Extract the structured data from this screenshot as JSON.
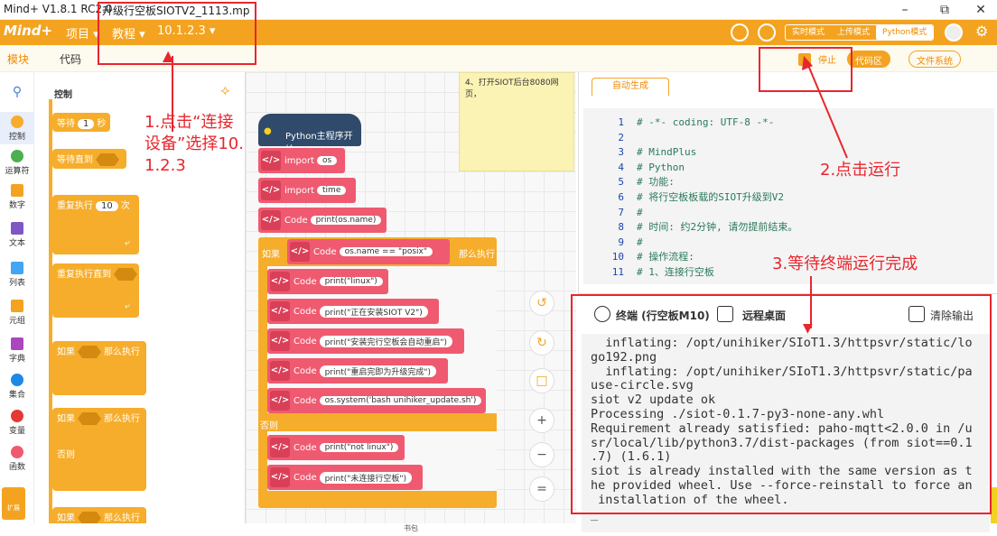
{
  "window": {
    "app_title": "Mind+ V1.8.1 RC2.0",
    "file_title": "升级行空板SIOTV2_1113.mp",
    "min_icon": "minimize-icon",
    "max_icon": "maximize-icon",
    "close_icon": "close-icon"
  },
  "menubar": {
    "logo": "Mind+",
    "items": [
      {
        "label": "项目"
      },
      {
        "label": "教程"
      },
      {
        "label": "10.1.2.3"
      }
    ],
    "modes": [
      {
        "label": "实时模式"
      },
      {
        "label": "上传模式"
      },
      {
        "label": "Python模式"
      }
    ],
    "accent": "#f4a320"
  },
  "tabs": [
    {
      "label": "模块"
    },
    {
      "label": "代码"
    }
  ],
  "toolbar": {
    "stop": "停止",
    "code_area": "代码区",
    "file_system": "文件系统"
  },
  "categories": [
    {
      "label": "控制",
      "color": "#f6ad2b"
    },
    {
      "label": "运算符",
      "color": "#4caf50"
    },
    {
      "label": "数字",
      "color": "#f4a320"
    },
    {
      "label": "文本",
      "color": "#7e57c2"
    },
    {
      "label": "列表",
      "color": "#42a5f5"
    },
    {
      "label": "元组",
      "color": "#f4a320"
    },
    {
      "label": "字典",
      "color": "#ab47bc"
    },
    {
      "label": "集合",
      "color": "#1e88e5"
    },
    {
      "label": "变量",
      "color": "#e53935"
    },
    {
      "label": "函数",
      "color": "#ef5a70"
    }
  ],
  "extensions_label": "扩展",
  "palette": {
    "title": "控制",
    "wait": "等待",
    "wait_value": "1",
    "wait_unit": "秒",
    "wait_until": "等待直到",
    "repeat": "重复执行",
    "repeat_value": "10",
    "repeat_unit": "次",
    "repeat_until": "重复执行直到",
    "if": "如果",
    "then": "那么执行",
    "else": "否则"
  },
  "workspace": {
    "note": "4、打开SIOT后台8080网页，",
    "hat": "Python主程序开始",
    "blocks": [
      {
        "kw": "import",
        "val": "os"
      },
      {
        "kw": "import",
        "val": "time"
      },
      {
        "kw": "Code",
        "val": "print(os.name)"
      }
    ],
    "if_label": "如果",
    "if_kw": "Code",
    "if_cond": "os.name == \"posix\"",
    "if_then": "那么执行",
    "then_blocks": [
      {
        "kw": "Code",
        "val": "print(\"linux\")"
      },
      {
        "kw": "Code",
        "val": "print(\"正在安装SIOT V2\")"
      },
      {
        "kw": "Code",
        "val": "print(\"安装完行空板会自动重启\")"
      },
      {
        "kw": "Code",
        "val": "print(\"重启完即为升级完成\")"
      },
      {
        "kw": "Code",
        "val": "os.system('bash unihiker_update.sh')"
      }
    ],
    "else_label": "否则",
    "else_blocks": [
      {
        "kw": "Code",
        "val": "print(\"not linux\")"
      },
      {
        "kw": "Code",
        "val": "print(\"未连接行空板\")"
      }
    ],
    "footer": "书包",
    "block_tag": "</>"
  },
  "code": {
    "tab": "自动生成",
    "lines": [
      {
        "n": "1",
        "t": "# -*- coding: UTF-8 -*-"
      },
      {
        "n": "2",
        "t": ""
      },
      {
        "n": "3",
        "t": "# MindPlus"
      },
      {
        "n": "4",
        "t": "# Python"
      },
      {
        "n": "5",
        "t": "# 功能:"
      },
      {
        "n": "6",
        "t": "# 将行空板板载的SIOT升级到V2"
      },
      {
        "n": "7",
        "t": "#"
      },
      {
        "n": "8",
        "t": "# 时间: 约2分钟, 请勿提前结束。"
      },
      {
        "n": "9",
        "t": "#"
      },
      {
        "n": "10",
        "t": "# 操作流程:"
      },
      {
        "n": "11",
        "t": "# 1、连接行空板"
      }
    ]
  },
  "terminal": {
    "title": "终端 (行空板M10)",
    "remote": "远程桌面",
    "clear": "清除输出",
    "lines": [
      "  inflating: /opt/unihiker/SIoT1.3/httpsvr/static/lo",
      "go192.png",
      "  inflating: /opt/unihiker/SIoT1.3/httpsvr/static/pa",
      "use-circle.svg",
      "siot v2 update ok",
      "Processing ./siot-0.1.7-py3-none-any.whl",
      "Requirement already satisfied: paho-mqtt<2.0.0 in /u",
      "sr/local/lib/python3.7/dist-packages (from siot==0.1",
      ".7) (1.6.1)",
      "siot is already installed with the same version as t",
      "he provided wheel. Use --force-reinstall to force an",
      " installation of the wheel.",
      "_"
    ]
  },
  "annotations": {
    "step1": "1.点击“连接",
    "step1b": "设备”选择10.",
    "step1c": "1.2.3",
    "step2": "2.点击运行",
    "step3": "3.等待终端运行完成",
    "color": "#e8262e"
  }
}
